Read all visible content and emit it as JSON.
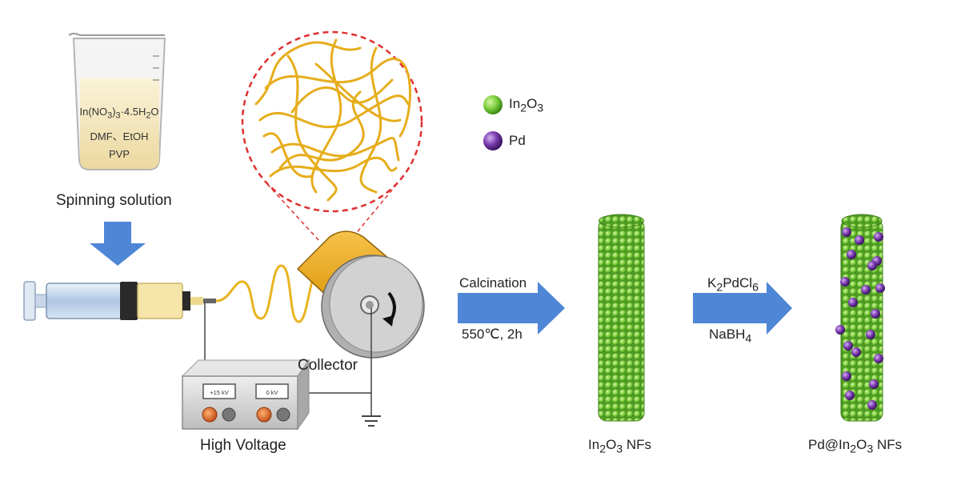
{
  "beaker": {
    "line1": "In(NO",
    "line1_sub1": "3",
    "line1_mid": ")",
    "line1_sub2": "3",
    "line1_tail": "·4.5H",
    "line1_sub3": "2",
    "line1_end": "O",
    "line2": "DMF、EtOH",
    "line3": "PVP"
  },
  "labels": {
    "spinning_solution": "Spinning solution",
    "collector": "Collector",
    "high_voltage": "High Voltage",
    "calcination": "Calcination",
    "calcination_cond": "550℃, 2h",
    "reagent_top_main": "K",
    "reagent_top_sub1": "2",
    "reagent_top_mid": "PdCl",
    "reagent_top_sub2": "6",
    "reagent_bottom_main": "NaBH",
    "reagent_bottom_sub": "4",
    "nf1_a": "In",
    "nf1_sub1": "2",
    "nf1_b": "O",
    "nf1_sub2": "3",
    "nf1_c": " NFs",
    "nf2_a": "Pd@In",
    "nf2_sub1": "2",
    "nf2_b": "O",
    "nf2_sub2": "3",
    "nf2_c": " NFs"
  },
  "power_supply": {
    "display_left": "+15 kV",
    "display_right": "0 kV"
  },
  "legend": {
    "item1_a": "In",
    "item1_sub1": "2",
    "item1_b": "O",
    "item1_sub2": "3",
    "item2": "Pd"
  },
  "colors": {
    "in2o3": "#7ccf3c",
    "pd": "#7a3cb0",
    "arrow": "#4f86d6",
    "fiber": "#e8b420",
    "zoom_circle": "#e03030"
  }
}
